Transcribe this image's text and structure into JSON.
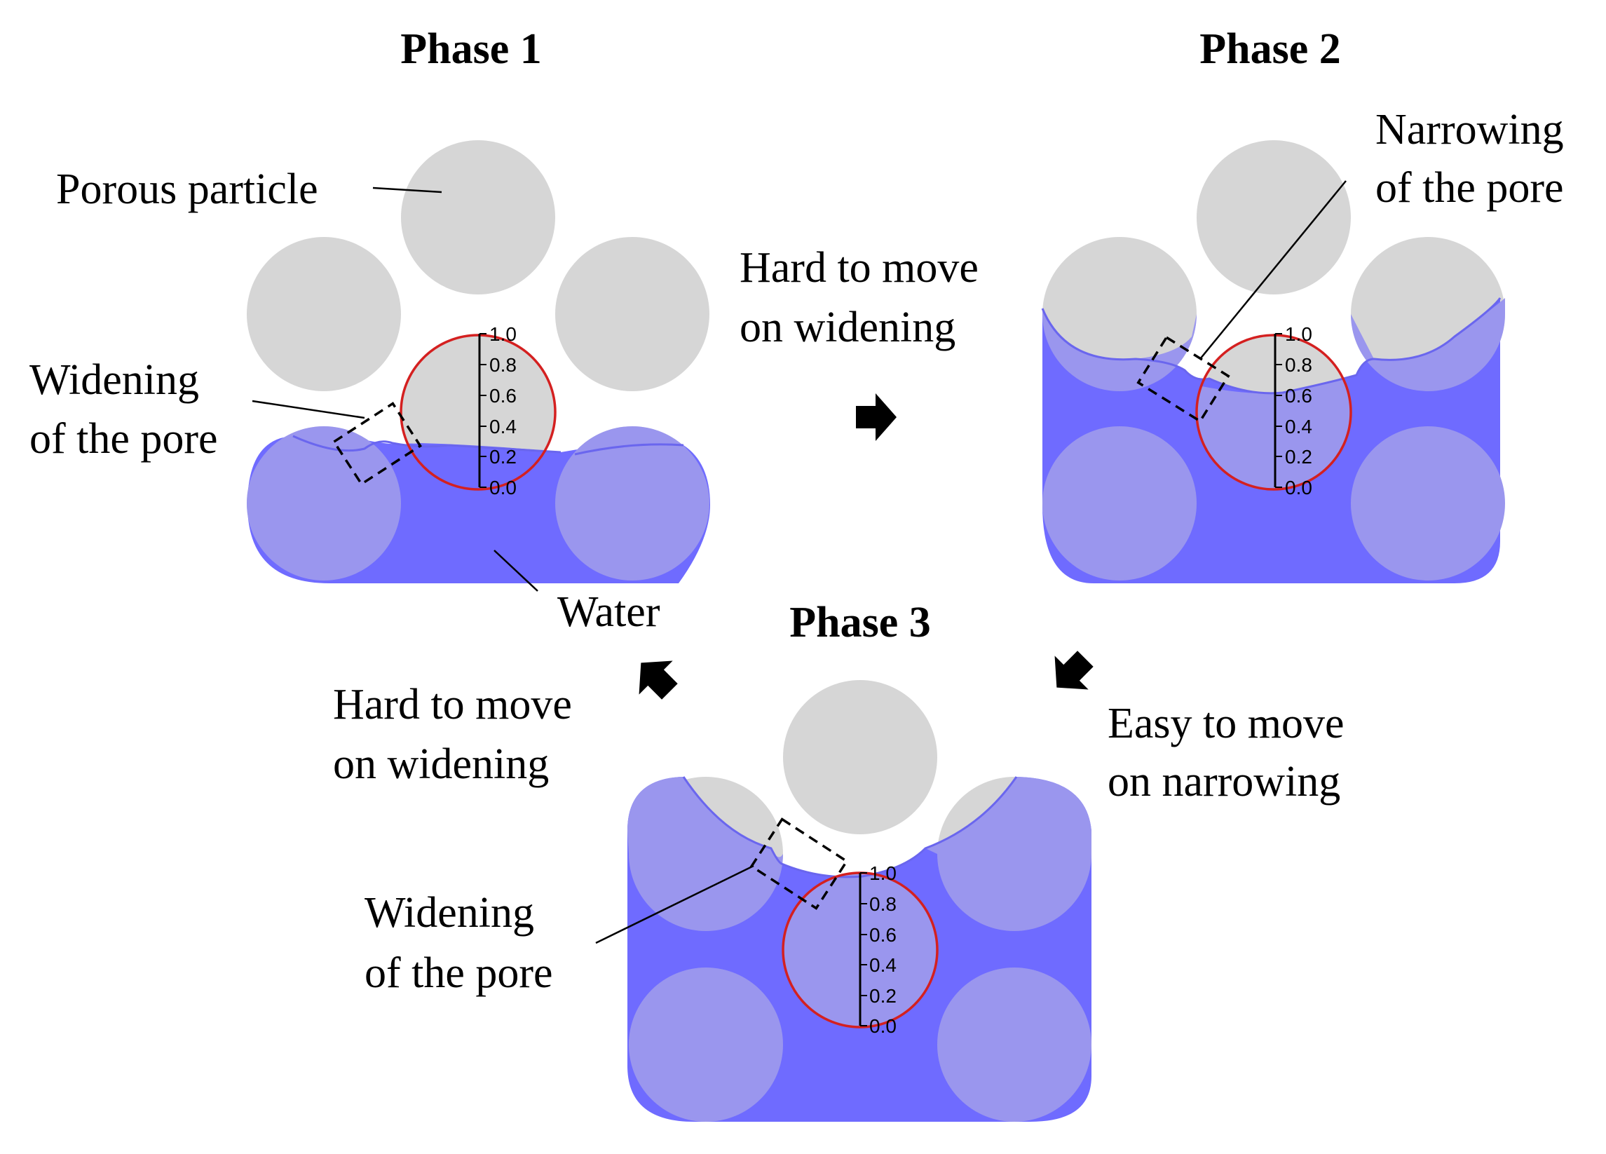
{
  "phases": {
    "p1": {
      "title": "Phase 1"
    },
    "p2": {
      "title": "Phase 2"
    },
    "p3": {
      "title": "Phase 3"
    }
  },
  "labels": {
    "porous_particle": "Porous particle",
    "water": "Water",
    "p1_widening": [
      "Widening",
      "of the pore"
    ],
    "p2_narrowing": [
      "Narrowing",
      "of the pore"
    ],
    "p3_widening": [
      "Widening",
      "of the pore"
    ],
    "arrow_1_to_2": [
      "Hard to move",
      "on widening"
    ],
    "arrow_2_to_3": [
      "Easy to move",
      "on narrowing"
    ],
    "arrow_3_to_1": [
      "Hard to move",
      "on widening"
    ]
  },
  "scale_ticks": [
    "1.0",
    "0.8",
    "0.6",
    "0.4",
    "0.2",
    "0.0"
  ],
  "colors": {
    "particle": "#d6d6d6",
    "wet_particle": "#9a96ee",
    "water": "#6f6bff",
    "indicator_ring": "#d42020"
  },
  "icons": {
    "arrow": "black-block-arrow-icon"
  }
}
